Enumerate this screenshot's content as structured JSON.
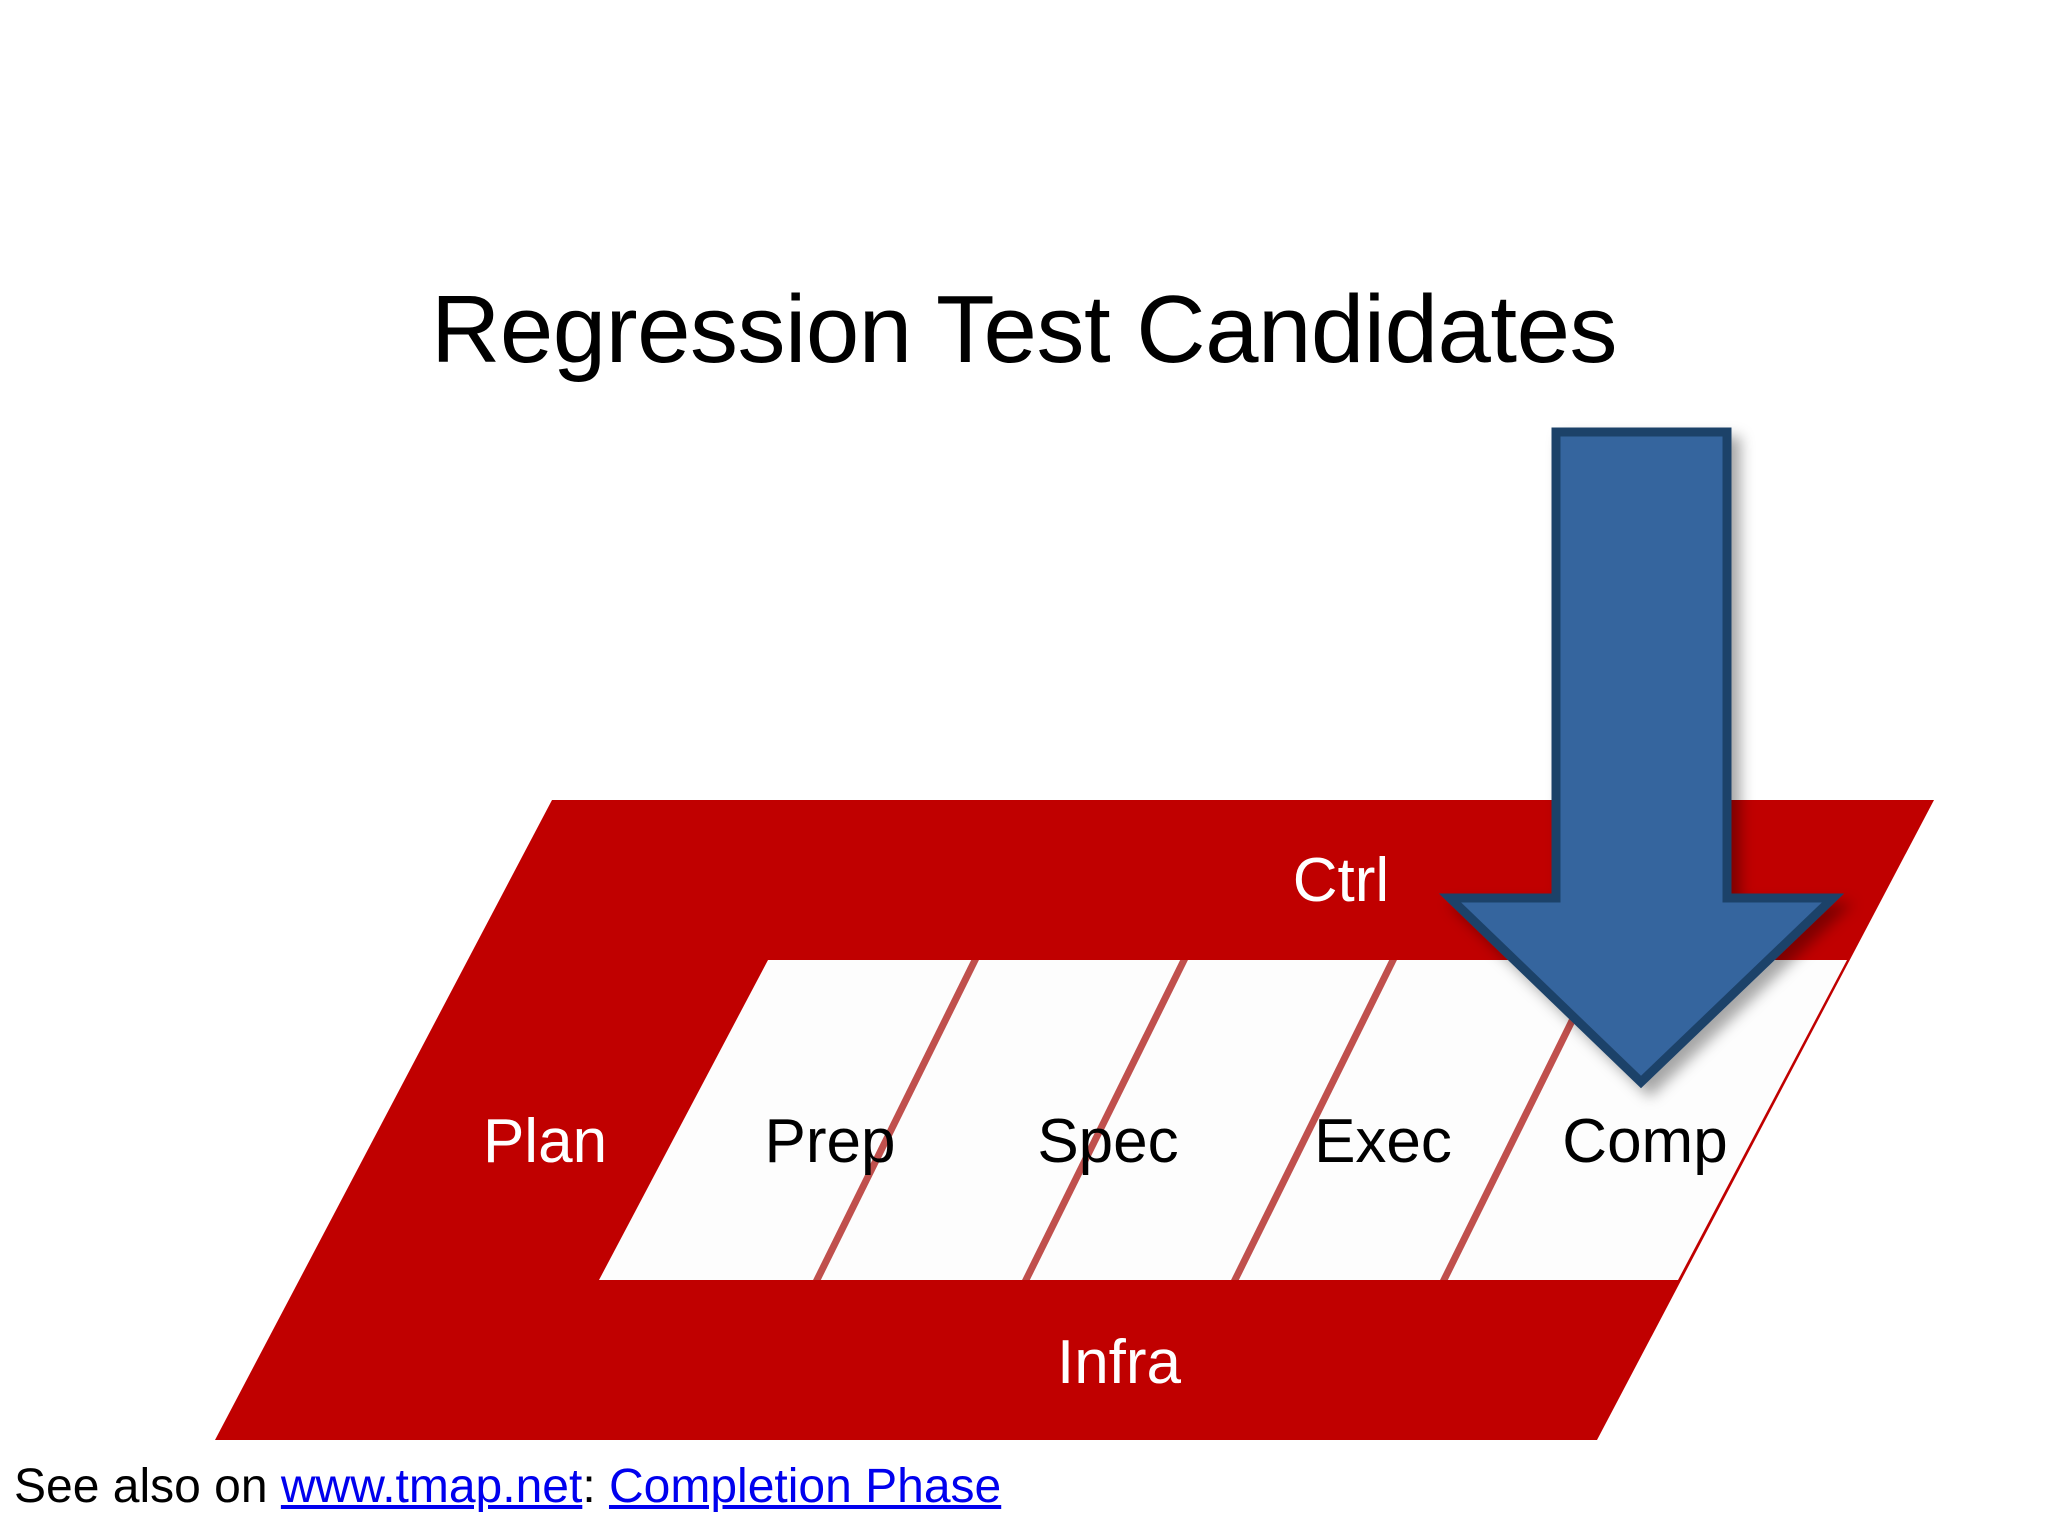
{
  "slide": {
    "title": "Regression Test Candidates",
    "background_color": "#FFFFFF"
  },
  "diagram": {
    "name": "tmap-lifecycle-parallelogram",
    "colors": {
      "band_red": "#C00000",
      "inner_white": "#FDFDFD",
      "divider_red": "#C0504D",
      "arrow_fill": "#36659E",
      "arrow_border": "#1F4269",
      "label_light": "#FFFFFF",
      "label_dark": "#000000"
    },
    "bands": [
      {
        "id": "ctrl",
        "label": "Ctrl",
        "text_color": "#FFFFFF",
        "fill": "#C00000"
      },
      {
        "id": "infra",
        "label": "Infra",
        "text_color": "#FFFFFF",
        "fill": "#C00000"
      }
    ],
    "left_block": {
      "id": "plan",
      "label": "Plan",
      "text_color": "#FFFFFF",
      "fill": "#C00000"
    },
    "phases": [
      {
        "id": "prep",
        "label": "Prep",
        "text_color": "#000000"
      },
      {
        "id": "spec",
        "label": "Spec",
        "text_color": "#000000"
      },
      {
        "id": "exec",
        "label": "Exec",
        "text_color": "#000000"
      },
      {
        "id": "comp",
        "label": "Comp",
        "text_color": "#000000"
      }
    ],
    "arrow": {
      "id": "down-arrow-comp",
      "direction": "down",
      "points_at": "Comp",
      "fill": "#36659E",
      "border": "#1F4269"
    }
  },
  "footer": {
    "prefix": "See also on ",
    "link_site": "www.tmap.net",
    "separator": ": ",
    "link_page": "Completion Phase"
  }
}
